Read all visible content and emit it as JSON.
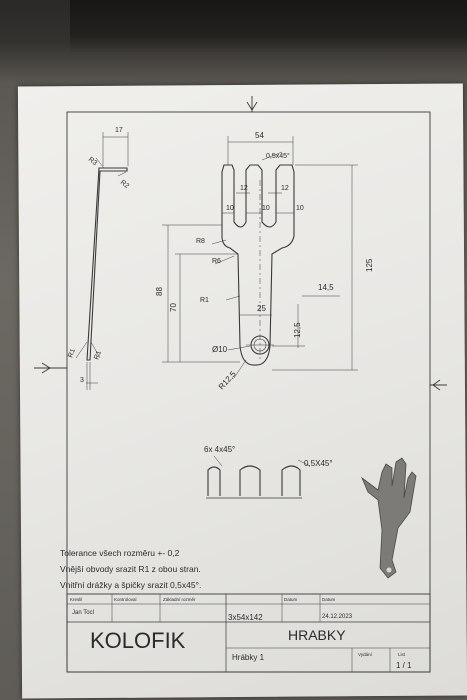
{
  "drawing": {
    "side_view": {
      "dim_top": "17",
      "radius_top_left": "R3",
      "radius_top_right": "R2",
      "radius_bottom_left": "R1",
      "radius_bottom_right": "R1",
      "dim_thickness": "3"
    },
    "front_view": {
      "dim_width": "54",
      "chamfer": "0,5x45°",
      "slot_width_left": "12",
      "slot_width_right": "12",
      "tine_width_1": "10",
      "tine_width_2": "10",
      "tine_width_3": "10",
      "radius_r8": "R8",
      "radius_r6": "R6",
      "radius_r1": "R1",
      "dim_88": "88",
      "dim_70": "70",
      "dim_125": "125",
      "dim_14_5": "14,5",
      "dim_25": "25",
      "dim_12_5": "12,5",
      "hole_dia": "Ø10",
      "radius_r12_5": "R12,5"
    },
    "detail_view": {
      "chamfers_label": "6x 4x45°",
      "chamfer_right": "0,5X45°"
    },
    "notes": [
      "Tolerance všech rozměru +- 0,2",
      "Vnější obvody srazit R1 z obou stran.",
      "Vnitřní drážky a špičky srazit 0,5x45°."
    ],
    "title_block": {
      "label_drew": "Kreslil",
      "author": "Jan Tocl",
      "label_checked": "Kontroloval",
      "label_base_dim": "Základní rozměr",
      "base_dim": "3x54x142",
      "label_date": "Datum",
      "date": "24.12.2023",
      "company": "KOLOFIK",
      "part_name": "HRABKY",
      "part_sub": "Hrábky 1",
      "label_issue": "Vydání",
      "label_sheet": "List",
      "sheet": "1 / 1"
    }
  },
  "colors": {
    "ink": "#2b2b2b",
    "paper": "#ecebe8",
    "background": "#5f5c57"
  }
}
